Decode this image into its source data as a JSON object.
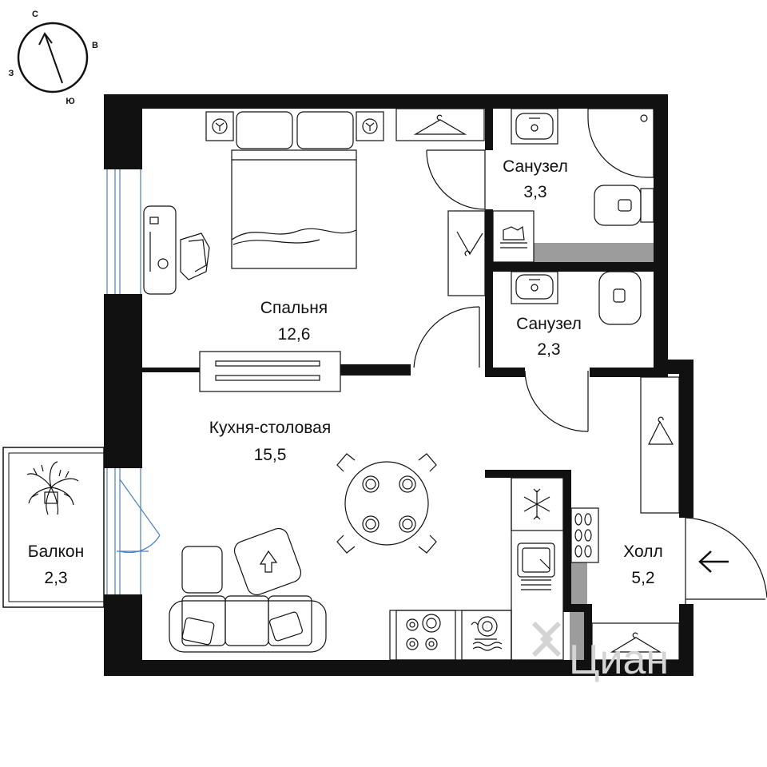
{
  "compass": {
    "north": "С",
    "east": "В",
    "south": "Ю",
    "west": "З"
  },
  "rooms": {
    "bedroom": {
      "name": "Спальня",
      "area": "12,6"
    },
    "bathroom_large": {
      "name": "Санузел",
      "area": "3,3"
    },
    "bathroom_small": {
      "name": "Санузел",
      "area": "2,3"
    },
    "kitchen": {
      "name": "Кухня-столовая",
      "area": "15,5"
    },
    "balcony": {
      "name": "Балкон",
      "area": "2,3"
    },
    "hall": {
      "name": "Холл",
      "area": "5,2"
    }
  },
  "watermark": {
    "text": "Циан"
  },
  "colors": {
    "wall": "#111111",
    "window": "#4a7fc0",
    "partition": "#9c9c9c",
    "watermark": "#d4d4d4"
  },
  "icons": [
    "compass-icon",
    "bed-icon",
    "desk-icon",
    "chair-icon",
    "wardrobe-icon",
    "sink-icon",
    "shower-icon",
    "toilet-icon",
    "washing-machine-icon",
    "dining-table-icon",
    "sofa-icon",
    "armchair-icon",
    "stove-icon",
    "dishwasher-icon",
    "freezer-icon",
    "plant-icon",
    "shoe-rack-icon",
    "entrance-arrow-icon",
    "tv-stand-icon"
  ]
}
